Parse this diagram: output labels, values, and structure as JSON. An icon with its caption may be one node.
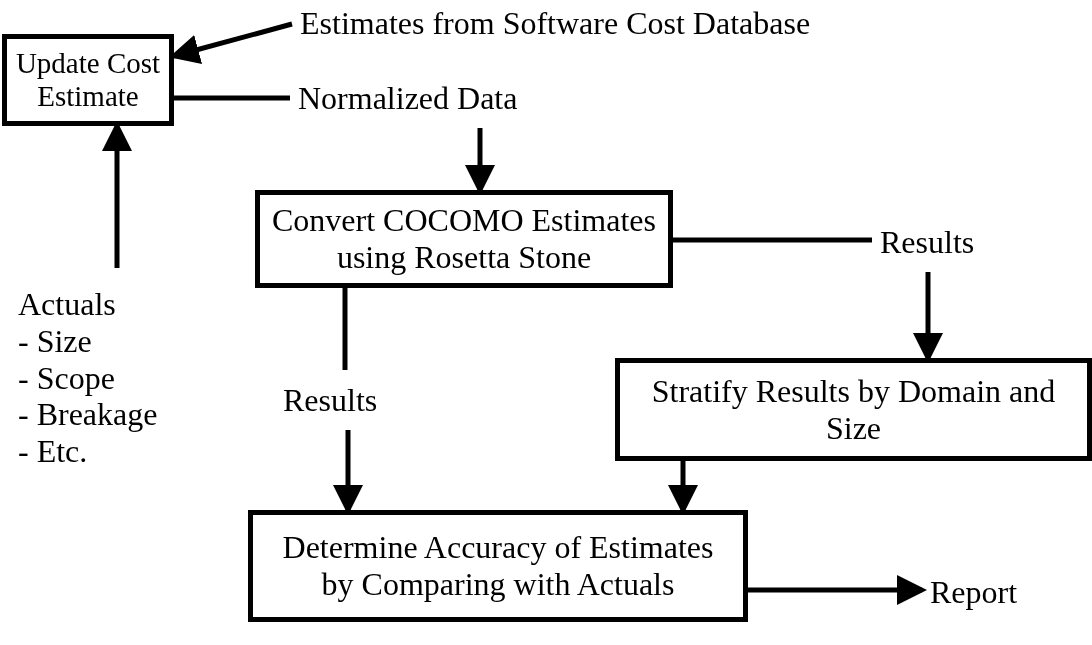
{
  "diagram": {
    "nodes": [
      {
        "text": [
          "Update Cost Estimate"
        ]
      },
      {
        "text": [
          "Estimates from Software Cost Database"
        ]
      },
      {
        "text": [
          "Normalized Data"
        ]
      },
      {
        "text": [
          "Convert COCOMO Estimates using Rosetta Stone"
        ]
      },
      {
        "text": [
          "Results"
        ]
      },
      {
        "text": [
          "Actuals",
          "- Size",
          "- Scope",
          "- Breakage",
          "- Etc."
        ]
      },
      {
        "text": [
          "Stratify Results by Domain and Size"
        ]
      },
      {
        "text": [
          "Results"
        ]
      },
      {
        "text": [
          "Determine Accuracy of Estimates by Comparing  with Actuals"
        ]
      },
      {
        "text": [
          "Report"
        ]
      }
    ],
    "edges": [
      {
        "from": 1,
        "to": 0,
        "arrow": "to"
      },
      {
        "from": 0,
        "to": 2,
        "arrow": "none"
      },
      {
        "from": 2,
        "to": 3,
        "arrow": "to"
      },
      {
        "from": 3,
        "to": 4,
        "arrow": "none"
      },
      {
        "from": 4,
        "to": 6,
        "arrow": "to"
      },
      {
        "from": 3,
        "to": 7,
        "arrow": "none"
      },
      {
        "from": 7,
        "to": 8,
        "arrow": "to"
      },
      {
        "from": 6,
        "to": 8,
        "arrow": "to"
      },
      {
        "from": 8,
        "to": 9,
        "arrow": "to"
      },
      {
        "from": 5,
        "to": 0,
        "arrow": "to"
      }
    ]
  }
}
